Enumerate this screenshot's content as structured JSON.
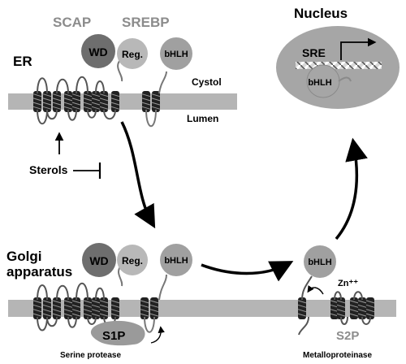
{
  "labels": {
    "scap": "SCAP",
    "srebp": "SREBP",
    "nucleus": "Nucleus",
    "er": "ER",
    "cystol": "Cystol",
    "lumen": "Lumen",
    "sterols": "Sterols",
    "golgi_line1": "Golgi",
    "golgi_line2": "apparatus",
    "s1p": "S1P",
    "serine_protease": "Serine protease",
    "s2p": "S2P",
    "metalloproteinase": "Metalloproteinase",
    "zn": "Zn⁺⁺",
    "sre": "SRE"
  },
  "domains": {
    "wd": "WD",
    "reg": "Reg.",
    "bhlh": "bHLH"
  },
  "colors": {
    "membrane": "#b5b5b5",
    "nucleus_fill": "#a6a6a6",
    "wd_domain": "#6e6e6e",
    "reg_domain": "#b8b8b8",
    "bhlh_domain": "#a0a0a0",
    "s1p_protease": "#9a9a9a",
    "faded_label": "#8c8c8c"
  }
}
